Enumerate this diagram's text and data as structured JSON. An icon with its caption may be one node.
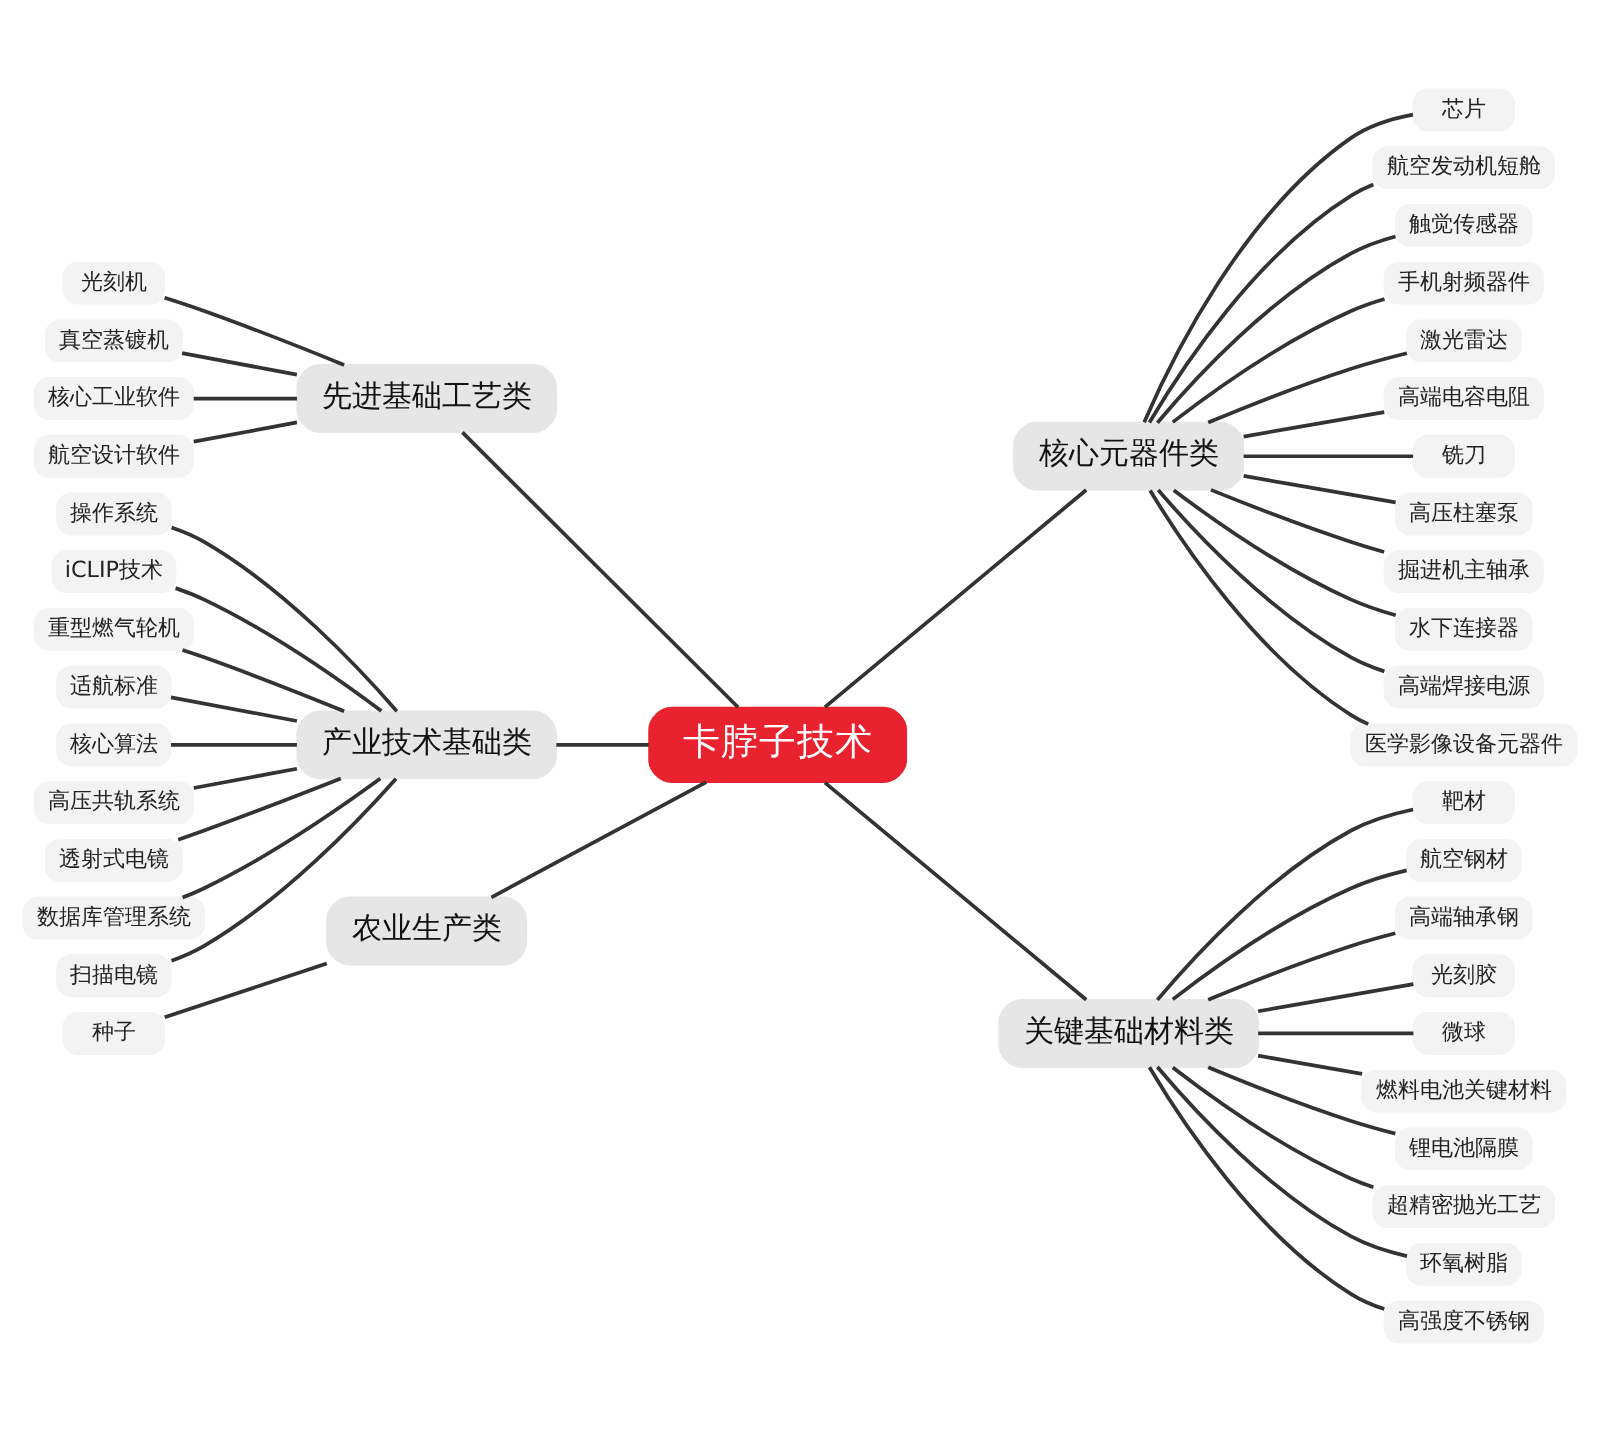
{
  "diagram": {
    "nodes": [
      {
        "text": [
          "卡脖子技术"
        ]
      },
      {
        "text": [
          "先进基础工艺类"
        ]
      },
      {
        "text": [
          "光刻机"
        ]
      },
      {
        "text": [
          "真空蒸镀机"
        ]
      },
      {
        "text": [
          "核心工业软件"
        ]
      },
      {
        "text": [
          "航空设计软件"
        ]
      },
      {
        "text": [
          "产业技术基础类"
        ]
      },
      {
        "text": [
          "操作系统"
        ]
      },
      {
        "text": [
          "iCLIP技术"
        ]
      },
      {
        "text": [
          "重型燃气轮机"
        ]
      },
      {
        "text": [
          "适航标准"
        ]
      },
      {
        "text": [
          "核心算法"
        ]
      },
      {
        "text": [
          "高压共轨系统"
        ]
      },
      {
        "text": [
          "透射式电镜"
        ]
      },
      {
        "text": [
          "数据库管理系统"
        ]
      },
      {
        "text": [
          "扫描电镜"
        ]
      },
      {
        "text": [
          "农业生产类"
        ]
      },
      {
        "text": [
          "种子"
        ]
      },
      {
        "text": [
          "核心元器件类"
        ]
      },
      {
        "text": [
          "芯片"
        ]
      },
      {
        "text": [
          "航空发动机短舱"
        ]
      },
      {
        "text": [
          "触觉传感器"
        ]
      },
      {
        "text": [
          "手机射频器件"
        ]
      },
      {
        "text": [
          "激光雷达"
        ]
      },
      {
        "text": [
          "高端电容电阻"
        ]
      },
      {
        "text": [
          "铣刀"
        ]
      },
      {
        "text": [
          "高压柱塞泵"
        ]
      },
      {
        "text": [
          "掘进机主轴承"
        ]
      },
      {
        "text": [
          "水下连接器"
        ]
      },
      {
        "text": [
          "高端焊接电源"
        ]
      },
      {
        "text": [
          "医学影像设备元器件"
        ]
      },
      {
        "text": [
          "关键基础材料类"
        ]
      },
      {
        "text": [
          "靶材"
        ]
      },
      {
        "text": [
          "航空钢材"
        ]
      },
      {
        "text": [
          "高端轴承钢"
        ]
      },
      {
        "text": [
          "光刻胶"
        ]
      },
      {
        "text": [
          "微球"
        ]
      },
      {
        "text": [
          "燃料电池关键材料"
        ]
      },
      {
        "text": [
          "锂电池隔膜"
        ]
      },
      {
        "text": [
          "超精密抛光工艺"
        ]
      },
      {
        "text": [
          "环氧树脂"
        ]
      },
      {
        "text": [
          "高强度不锈钢"
        ]
      }
    ],
    "edges": [
      {
        "from": 1,
        "to": 0,
        "arrow": "none"
      },
      {
        "from": 2,
        "to": 1,
        "arrow": "none"
      },
      {
        "from": 3,
        "to": 1,
        "arrow": "none"
      },
      {
        "from": 4,
        "to": 1,
        "arrow": "none"
      },
      {
        "from": 5,
        "to": 1,
        "arrow": "none"
      },
      {
        "from": 6,
        "to": 0,
        "arrow": "none"
      },
      {
        "from": 7,
        "to": 6,
        "arrow": "none"
      },
      {
        "from": 8,
        "to": 6,
        "arrow": "none"
      },
      {
        "from": 9,
        "to": 6,
        "arrow": "none"
      },
      {
        "from": 10,
        "to": 6,
        "arrow": "none"
      },
      {
        "from": 11,
        "to": 6,
        "arrow": "none"
      },
      {
        "from": 12,
        "to": 6,
        "arrow": "none"
      },
      {
        "from": 13,
        "to": 6,
        "arrow": "none"
      },
      {
        "from": 14,
        "to": 6,
        "arrow": "none"
      },
      {
        "from": 15,
        "to": 6,
        "arrow": "none"
      },
      {
        "from": 16,
        "to": 0,
        "arrow": "none"
      },
      {
        "from": 17,
        "to": 16,
        "arrow": "none"
      },
      {
        "from": 0,
        "to": 18,
        "arrow": "none"
      },
      {
        "from": 18,
        "to": 19,
        "arrow": "none"
      },
      {
        "from": 18,
        "to": 20,
        "arrow": "none"
      },
      {
        "from": 18,
        "to": 21,
        "arrow": "none"
      },
      {
        "from": 18,
        "to": 22,
        "arrow": "none"
      },
      {
        "from": 18,
        "to": 23,
        "arrow": "none"
      },
      {
        "from": 18,
        "to": 24,
        "arrow": "none"
      },
      {
        "from": 18,
        "to": 25,
        "arrow": "none"
      },
      {
        "from": 18,
        "to": 26,
        "arrow": "none"
      },
      {
        "from": 18,
        "to": 27,
        "arrow": "none"
      },
      {
        "from": 18,
        "to": 28,
        "arrow": "none"
      },
      {
        "from": 18,
        "to": 29,
        "arrow": "none"
      },
      {
        "from": 18,
        "to": 30,
        "arrow": "none"
      },
      {
        "from": 0,
        "to": 31,
        "arrow": "none"
      },
      {
        "from": 31,
        "to": 32,
        "arrow": "none"
      },
      {
        "from": 31,
        "to": 33,
        "arrow": "none"
      },
      {
        "from": 31,
        "to": 34,
        "arrow": "none"
      },
      {
        "from": 31,
        "to": 35,
        "arrow": "none"
      },
      {
        "from": 31,
        "to": 36,
        "arrow": "none"
      },
      {
        "from": 31,
        "to": 37,
        "arrow": "none"
      },
      {
        "from": 31,
        "to": 38,
        "arrow": "none"
      },
      {
        "from": 31,
        "to": 39,
        "arrow": "none"
      },
      {
        "from": 31,
        "to": 40,
        "arrow": "none"
      },
      {
        "from": 31,
        "to": 41,
        "arrow": "none"
      }
    ]
  }
}
